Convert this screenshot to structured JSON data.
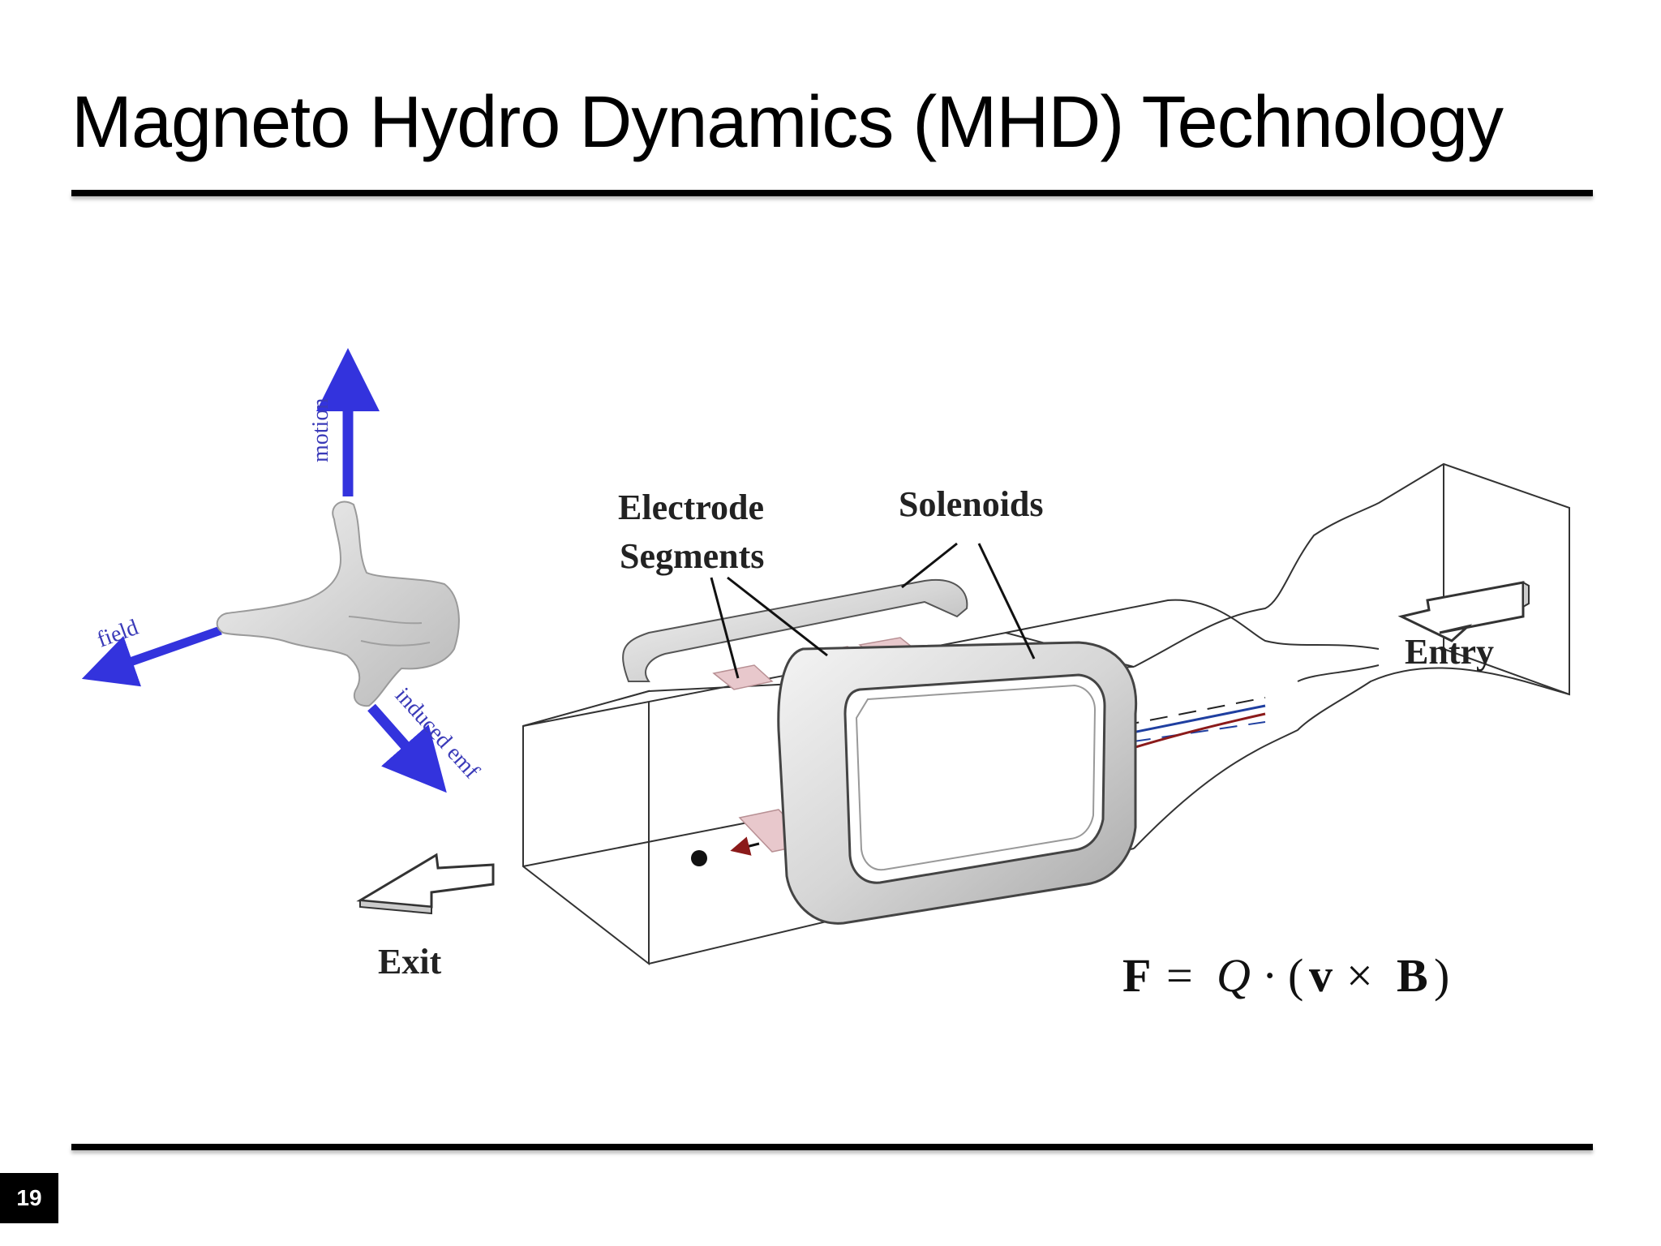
{
  "slide": {
    "title": "Magneto Hydro Dynamics (MHD) Technology",
    "page_number": "19"
  },
  "diagram": {
    "hand_axes": {
      "motion": "motion",
      "field": "field",
      "induced_emf": "induced emf"
    },
    "labels": {
      "electrode_line1": "Electrode",
      "electrode_line2": "Segments",
      "solenoids": "Solenoids",
      "entry": "Entry",
      "exit": "Exit"
    },
    "formula": {
      "lhs": "F",
      "equals": "=",
      "q": "Q",
      "dot": "·",
      "open": "(",
      "v": "v",
      "times": "×",
      "b": "B",
      "close": ")"
    },
    "colors": {
      "axis_arrow": "#3333dd",
      "axis_text": "#3a3ab8",
      "electrode_fill": "#e8c8cc",
      "positive_path": "#8b1a1a",
      "negative_path": "#1f3fa0"
    }
  }
}
